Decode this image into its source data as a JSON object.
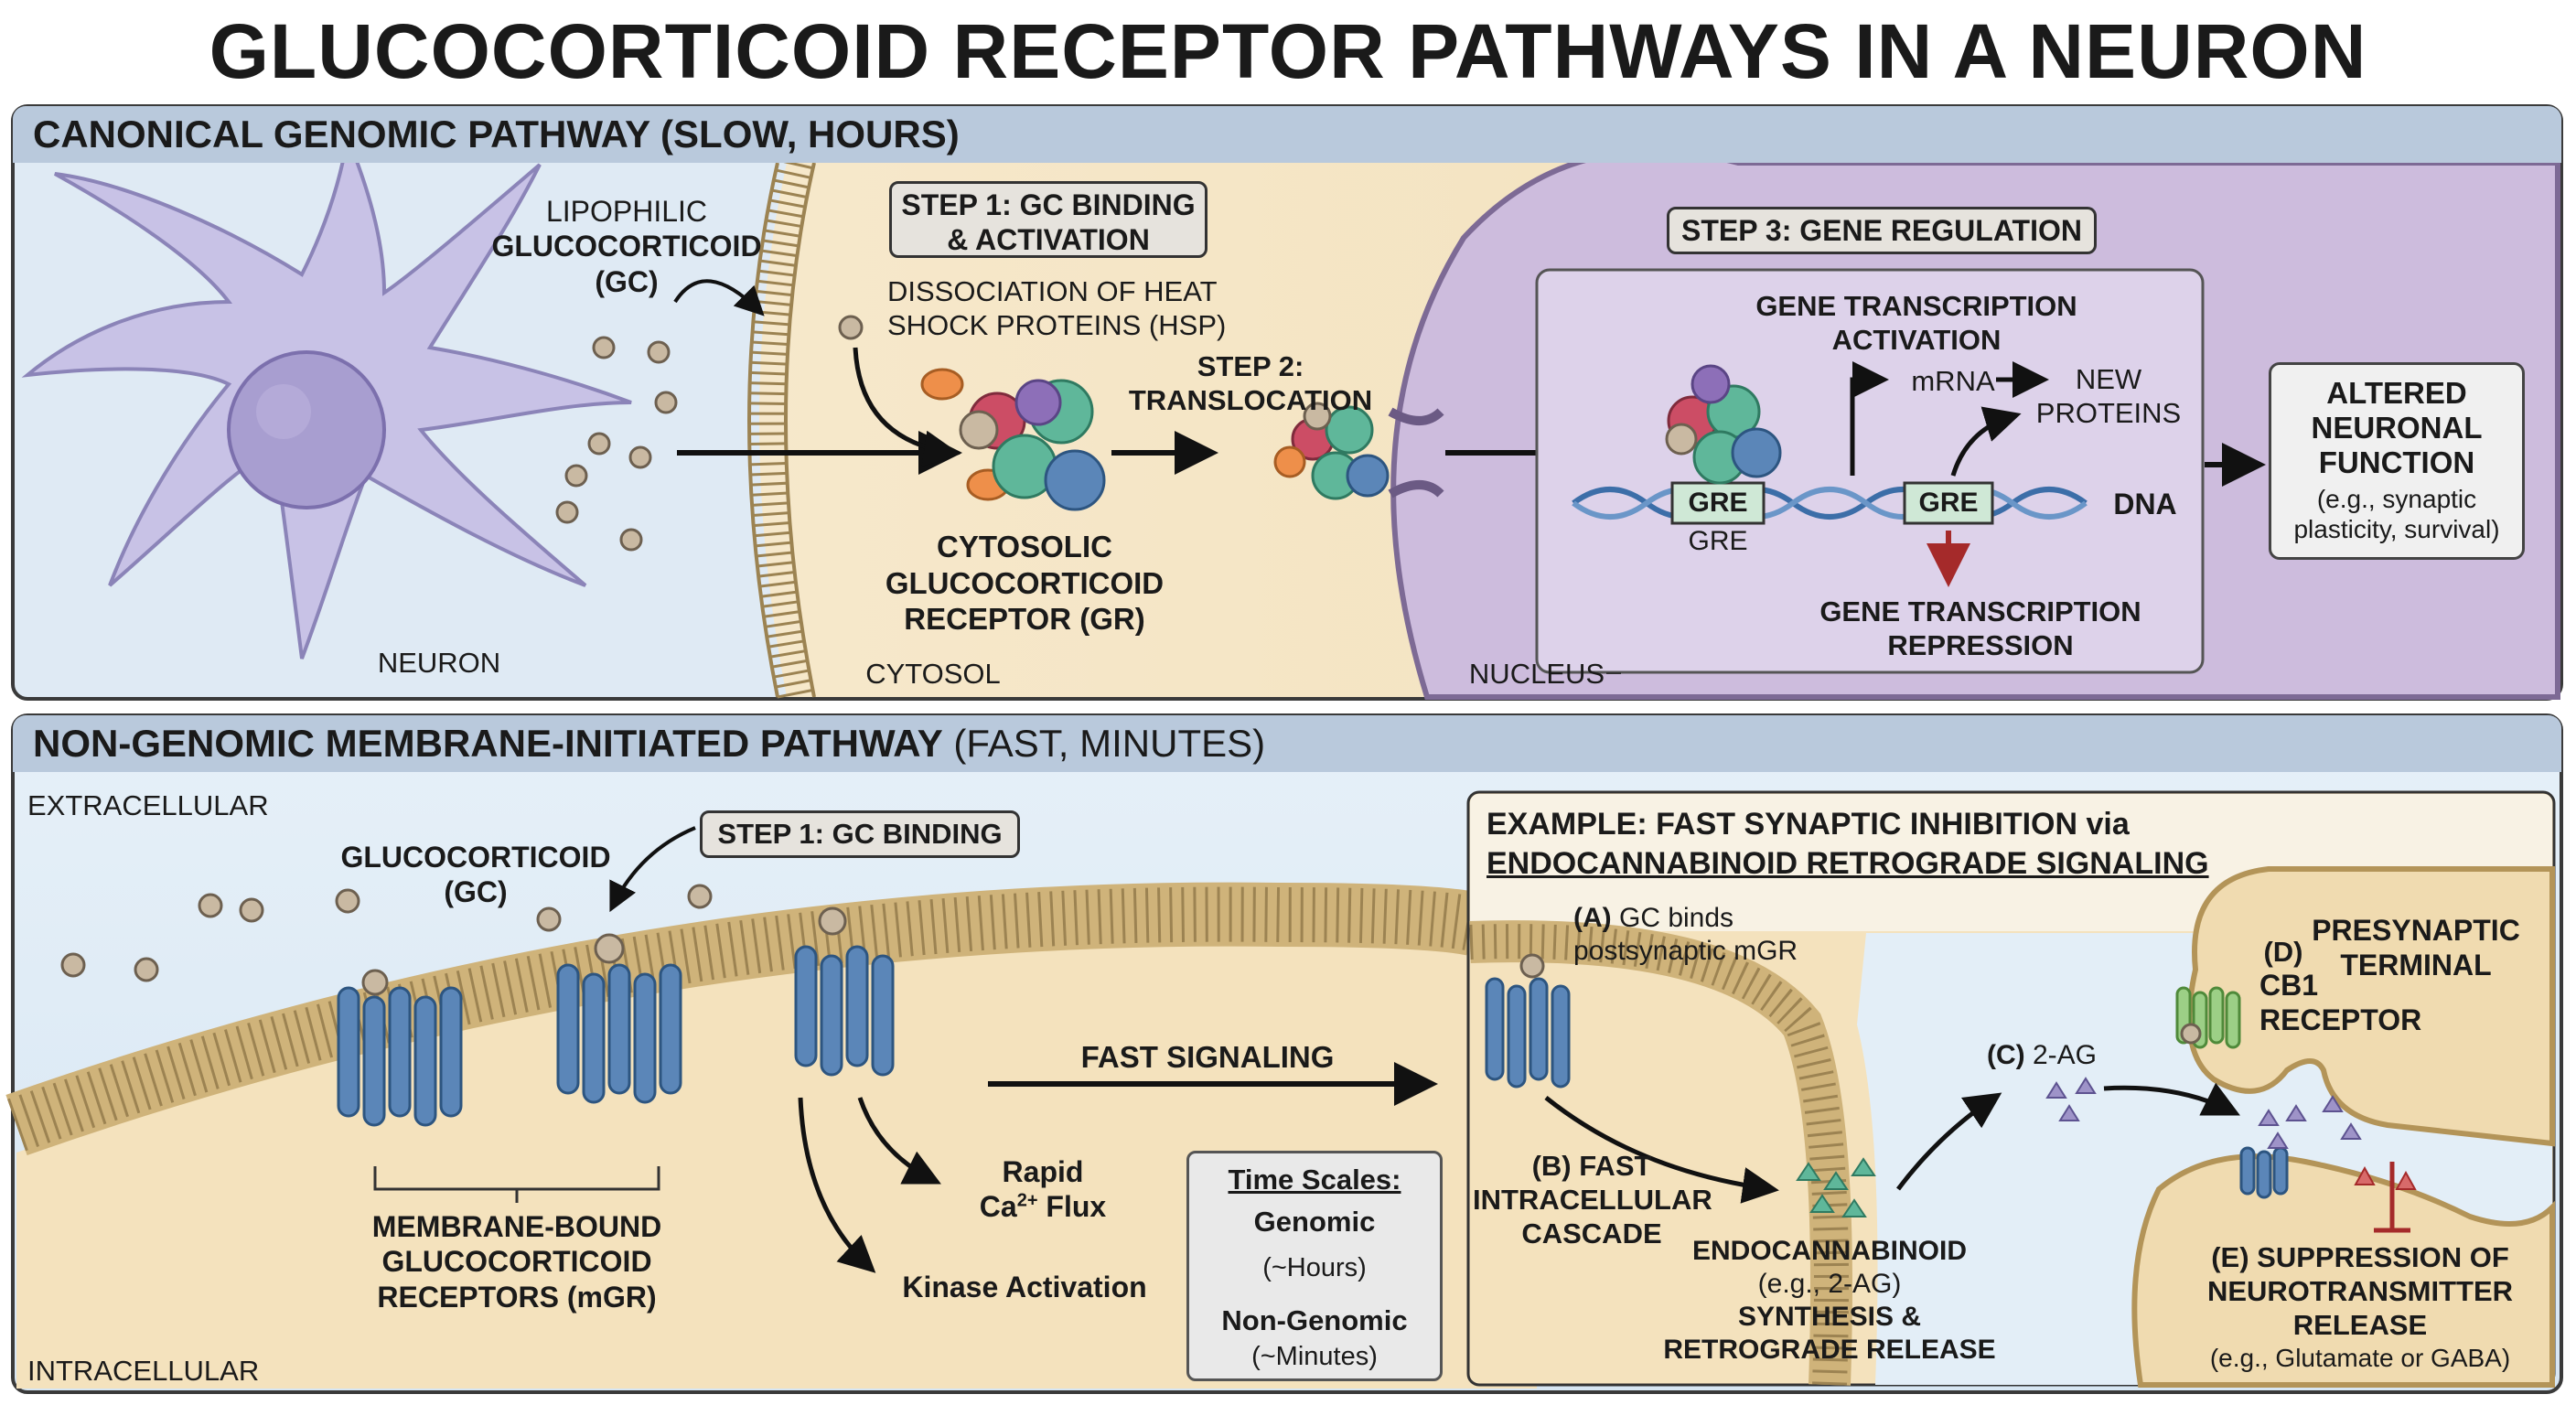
{
  "title": "GLUCOCORTICOID RECEPTOR PATHWAYS IN A NEURON",
  "genomic": {
    "header_bold": "CANONICAL GENOMIC PATHWAY (SLOW, HOURS)",
    "gc_label": [
      "LIPOPHILIC",
      "GLUCOCORTICOID",
      "(GC)"
    ],
    "step1": [
      "STEP 1: GC BINDING",
      "& ACTIVATION"
    ],
    "hsp_label": [
      "DISSOCIATION OF HEAT",
      "SHOCK PROTEINS (HSP)"
    ],
    "step2": [
      "STEP 2:",
      "TRANSLOCATION"
    ],
    "cytosolic_gr": [
      "CYTOSOLIC",
      "GLUCOCORTICOID",
      "RECEPTOR (GR)"
    ],
    "step3": "STEP 3: GENE REGULATION",
    "activation": [
      "GENE TRANSCRIPTION",
      "ACTIVATION"
    ],
    "mrna": "mRNA",
    "new_proteins": [
      "NEW",
      "PROTEINS"
    ],
    "gre": "GRE",
    "dna": "DNA",
    "repression": [
      "GENE TRANSCRIPTION",
      "REPRESSION"
    ],
    "altered": [
      "ALTERED",
      "NEURONAL",
      "FUNCTION"
    ],
    "altered_example": [
      "(e.g., synaptic",
      "plasticity, survival)"
    ],
    "neuron": "NEURON",
    "cytosol": "CYTOSOL",
    "nucleus": "NUCLEUS"
  },
  "nongenomic": {
    "header_bold": "NON-GENOMIC MEMBRANE-INITIATED PATHWAY",
    "header_rest": " (FAST, MINUTES)",
    "extracellular": "EXTRACELLULAR",
    "intracellular": "INTRACELLULAR",
    "gc_label": [
      "GLUCOCORTICOID",
      "(GC)"
    ],
    "step1": "STEP 1: GC BINDING",
    "mgr": [
      "MEMBRANE-BOUND",
      "GLUCOCORTICOID",
      "RECEPTORS (mGR)"
    ],
    "fast_signaling": "FAST SIGNALING",
    "rapid": "Rapid",
    "ca_flux": "Flux",
    "kinase": "Kinase Activation",
    "timescale": {
      "title": "Time Scales:",
      "genomic": "Genomic",
      "genomic_time": "(~Hours)",
      "nongenomic": "Non-Genomic",
      "nongenomic_time": "(~Minutes)"
    },
    "example": {
      "title_line1": "EXAMPLE: FAST SYNAPTIC INHIBITION via",
      "title_line2": "ENDOCANNABINOID RETROGRADE SIGNALING",
      "a_letter": "(A)",
      "a_text": [
        "GC binds",
        "postsynaptic mGR"
      ],
      "b_label": [
        "(B) FAST",
        "INTRACELLULAR",
        "CASCADE"
      ],
      "c_letter": "(C)",
      "c_text": "2-AG",
      "endo_label": "ENDOCANNABINOID",
      "endo_eg": "(e.g., 2-AG)",
      "endo_rest": [
        "SYNTHESIS &",
        "RETROGRADE RELEASE"
      ],
      "presynaptic": [
        "PRESYNAPTIC",
        "TERMINAL"
      ],
      "d_label": "(D)",
      "cb1": [
        "CB1",
        "RECEPTOR"
      ],
      "e_label": [
        "(E) SUPPRESSION OF",
        "NEUROTRANSMITTER",
        "RELEASE"
      ],
      "e_example": "(e.g., Glutamate or GABA)"
    }
  },
  "colors": {
    "receptor_blue": "#5b86b8",
    "membrane_tan": "#d9c08a",
    "nucleus_purple": "#c9b8da",
    "neuron_lavender": "#b9b4dd",
    "gre_green": "#cfe8d6",
    "repression_red": "#a52a2a"
  }
}
